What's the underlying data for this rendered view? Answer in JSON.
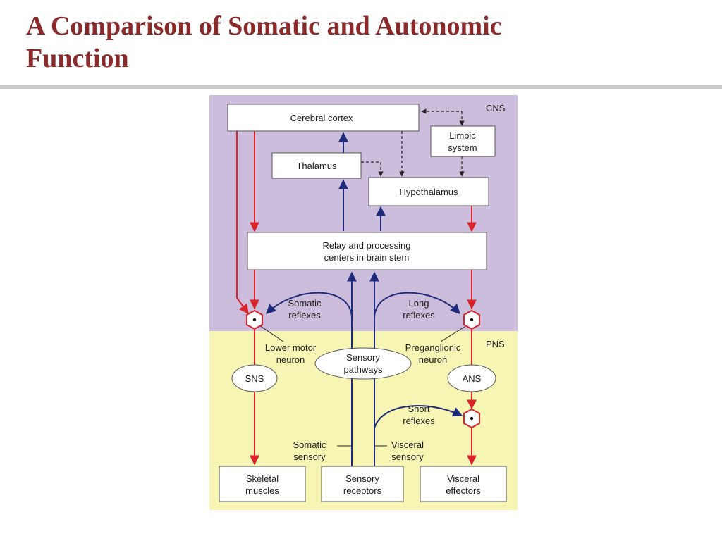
{
  "slide": {
    "title_line1": "A Comparison of Somatic and Autonomic",
    "title_line2": "Function"
  },
  "colors": {
    "title": "#8b2a2a",
    "cns_background": "#cdbddc",
    "pns_background": "#f7f5b3",
    "motor_arrow": "#d8232a",
    "sensory_arrow": "#1f2a7a"
  },
  "regions": {
    "cns": "CNS",
    "pns": "PNS"
  },
  "boxes": {
    "cerebral_cortex": "Cerebral cortex",
    "limbic_system": [
      "Limbic",
      "system"
    ],
    "thalamus": "Thalamus",
    "hypothalamus": "Hypothalamus",
    "brain_stem": [
      "Relay and processing",
      "centers in brain stem"
    ],
    "skeletal_muscles": [
      "Skeletal",
      "muscles"
    ],
    "sensory_receptors": [
      "Sensory",
      "receptors"
    ],
    "visceral_effectors": [
      "Visceral",
      "effectors"
    ]
  },
  "ovals": {
    "sns": "SNS",
    "ans": "ANS",
    "sensory_pathways": [
      "Sensory",
      "pathways"
    ]
  },
  "labels": {
    "somatic_reflexes": [
      "Somatic",
      "reflexes"
    ],
    "long_reflexes": [
      "Long",
      "reflexes"
    ],
    "short_reflexes": [
      "Short",
      "reflexes"
    ],
    "lower_motor_neuron": [
      "Lower motor",
      "neuron"
    ],
    "preganglionic_neuron": [
      "Preganglionic",
      "neuron"
    ],
    "somatic_sensory": [
      "Somatic",
      "sensory"
    ],
    "visceral_sensory": [
      "Visceral",
      "sensory"
    ]
  }
}
